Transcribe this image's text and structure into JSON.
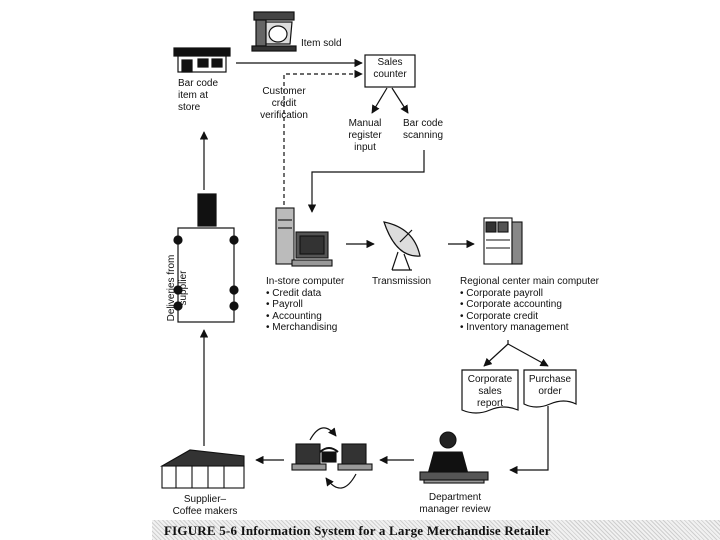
{
  "nodes": {
    "item_sold": "Item sold",
    "sales_counter": "Sales\ncounter",
    "bar_code_item": "Bar code\nitem at\nstore",
    "customer_credit": "Customer\ncredit\nverification",
    "manual_register": "Manual\nregister\ninput",
    "bar_code_scanning": "Bar code\nscanning",
    "deliveries": "Deliveries from\nsupplier",
    "transmission": "Transmission",
    "supplier": "Supplier–\nCoffee makers",
    "department": "Department\nmanager review"
  },
  "in_store": {
    "title": "In-store computer",
    "items": [
      "Credit data",
      "Payroll",
      "Accounting",
      "Merchandising"
    ]
  },
  "regional": {
    "title": "Regional center main computer",
    "items": [
      "Corporate payroll",
      "Corporate accounting",
      "Corporate credit",
      "Inventory management"
    ]
  },
  "documents": {
    "sales_report": "Corporate\nsales\nreport",
    "purchase_order": "Purchase\norder"
  },
  "caption": "FIGURE 5-6  Information System for a Large Merchandise Retailer"
}
